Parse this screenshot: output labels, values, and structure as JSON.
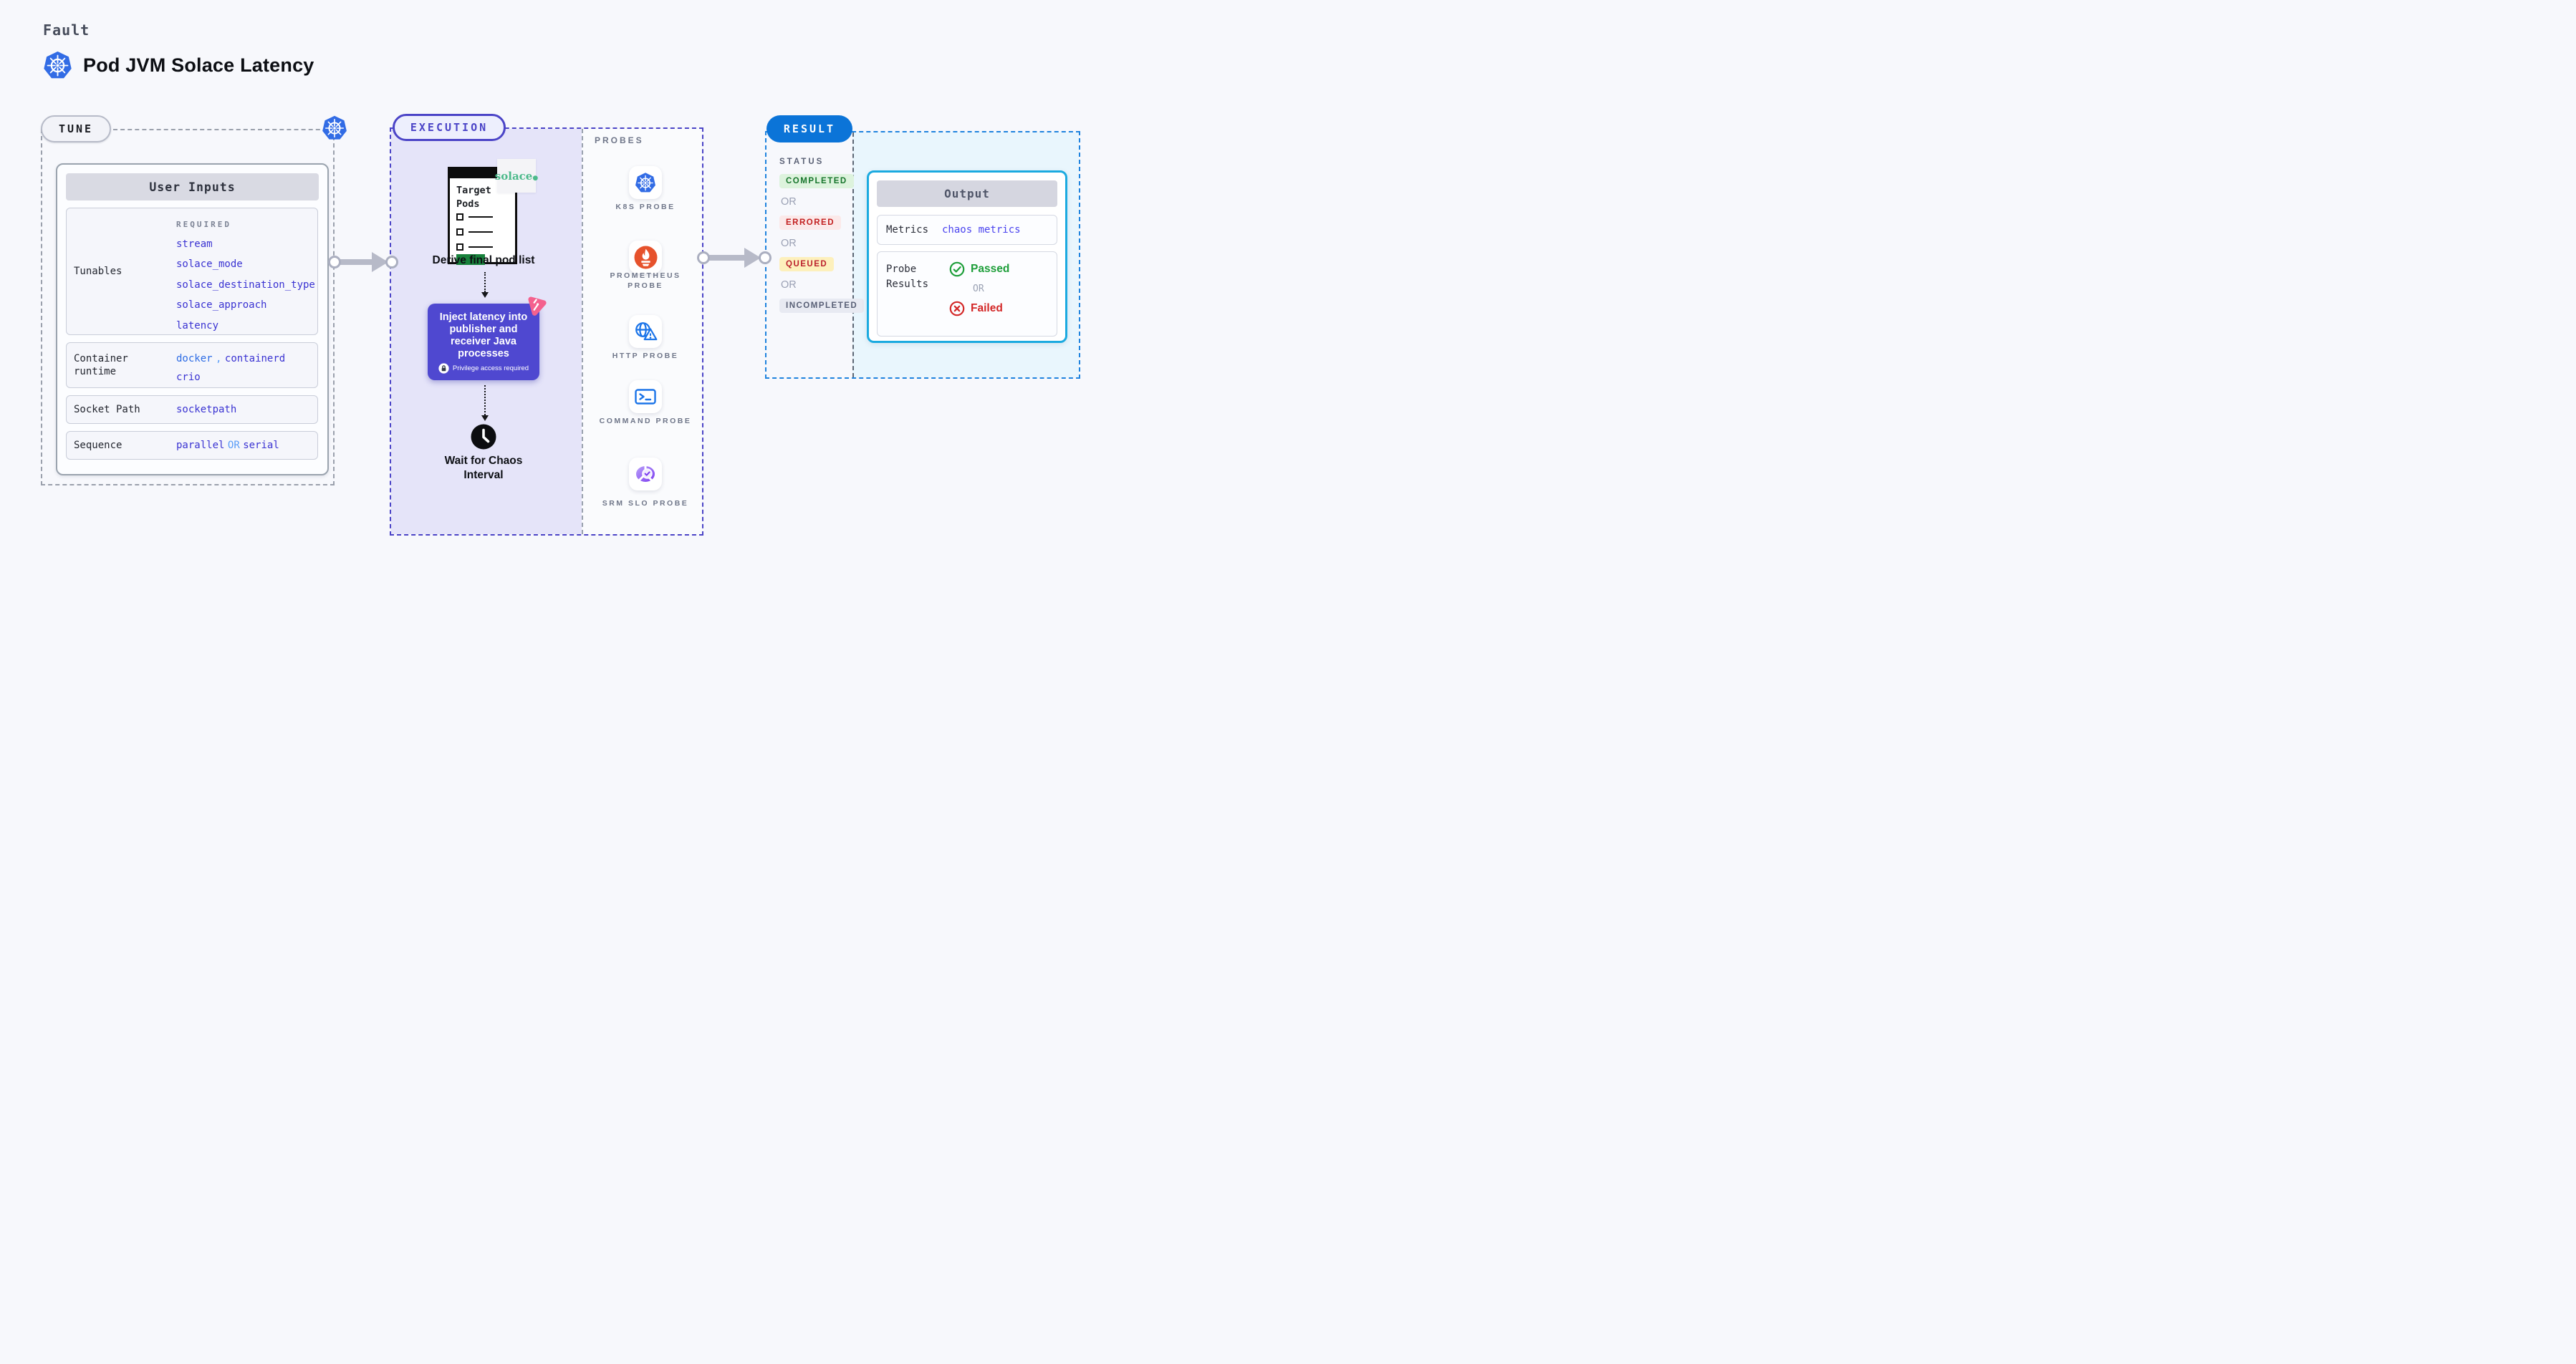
{
  "page": {
    "kicker": "Fault",
    "title": "Pod JVM Solace Latency"
  },
  "colors": {
    "background": "#f7f8fc",
    "kubernetes_blue": "#326ce5",
    "execution_indigo": "#4b44c7",
    "execution_fill": "#e5e4f9",
    "inject_indigo": "#4f48d0",
    "result_blue": "#0b74d8",
    "output_border_cyan": "#1baae0",
    "result_fill_cyan": "#e9f6fd",
    "link_indigo": "#3a33d2",
    "docker_blue": "#2d6ce5",
    "or_light_blue": "#5a9df8",
    "solace_green": "#4cba8b",
    "prometheus_orange": "#e6522c",
    "chaos_pink": "#f4618e",
    "passed_green": "#1d9e39",
    "failed_red": "#d32727",
    "completed_green": "#17752c",
    "errored_red": "#c21f1f",
    "queued_amber_bg": "#fdf0bc",
    "target_green": "#17813b"
  },
  "tune": {
    "label": "TUNE",
    "table": {
      "header": "User Inputs",
      "tunables": {
        "label": "Tunables",
        "required_label": "REQUIRED",
        "values": [
          "stream",
          "solace_mode",
          "solace_destination_type",
          "solace_approach",
          "latency"
        ]
      },
      "container_runtime": {
        "label": "Container runtime",
        "value1": "docker",
        "comma": ",",
        "value2": "containerd",
        "value3": "crio"
      },
      "socket_path": {
        "label": "Socket Path",
        "value": "socketpath"
      },
      "sequence": {
        "label": "Sequence",
        "value1": "parallel",
        "or": "OR",
        "value2": "serial"
      }
    }
  },
  "execution": {
    "label": "EXECUTION",
    "target_pods": {
      "title": "Target Pods",
      "logo": "solace",
      "logo_dot": "●"
    },
    "derive_label": "Derive final pod list",
    "inject": {
      "text": "Inject latency into publisher and receiver Java processes",
      "badge": "Privilege access required"
    },
    "wait_label": "Wait for Chaos Interval"
  },
  "probes": {
    "label": "PROBES",
    "items": [
      {
        "name": "k8s-probe",
        "label": "K8S PROBE"
      },
      {
        "name": "prometheus-probe",
        "label": "PROMETHEUS PROBE"
      },
      {
        "name": "http-probe",
        "label": "HTTP PROBE"
      },
      {
        "name": "command-probe",
        "label": "COMMAND PROBE"
      },
      {
        "name": "srm-slo-probe",
        "label": "SRM SLO PROBE"
      }
    ]
  },
  "result": {
    "label": "RESULT",
    "status_label": "STATUS",
    "or_label": "OR",
    "statuses": [
      "COMPLETED",
      "ERRORED",
      "QUEUED",
      "INCOMPLETED"
    ],
    "output": {
      "header": "Output",
      "metrics_label": "Metrics",
      "metrics_value": "chaos metrics",
      "probe_results_label": "Probe Results",
      "passed": "Passed",
      "or": "OR",
      "failed": "Failed"
    }
  }
}
